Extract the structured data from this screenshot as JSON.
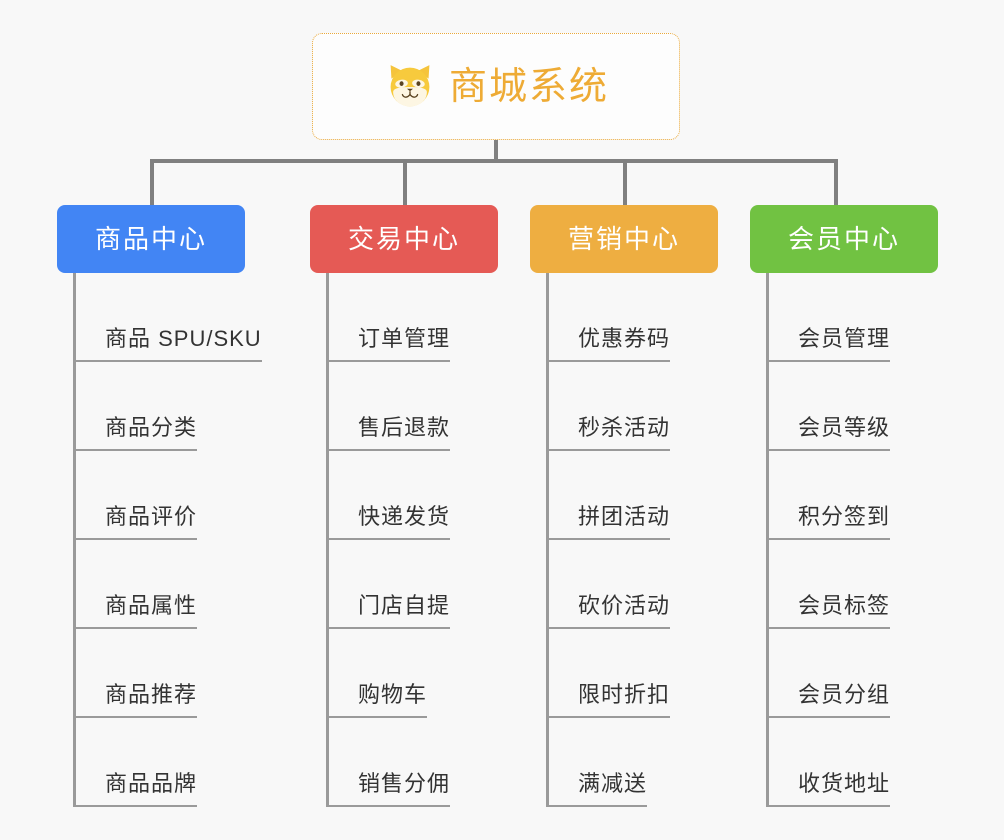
{
  "background_color": "#f8f8f8",
  "root": {
    "title": "商城系统",
    "icon": "shiba-dog-face-icon",
    "text_color": "#eeab35",
    "border_color": "#eaa93a",
    "background": "#fdfdfd"
  },
  "connector_color": "#808080",
  "leaf_line_color": "#9a9a9a",
  "leaf_text_color": "#333333",
  "columns": [
    {
      "id": "product-center",
      "label": "商品中心",
      "color": "#4285f4",
      "items": [
        "商品 SPU/SKU",
        "商品分类",
        "商品评价",
        "商品属性",
        "商品推荐",
        "商品品牌"
      ]
    },
    {
      "id": "trade-center",
      "label": "交易中心",
      "color": "#e55a55",
      "items": [
        "订单管理",
        "售后退款",
        "快递发货",
        "门店自提",
        "购物车",
        "销售分佣"
      ]
    },
    {
      "id": "marketing-center",
      "label": "营销中心",
      "color": "#eeae41",
      "items": [
        "优惠券码",
        "秒杀活动",
        "拼团活动",
        "砍价活动",
        "限时折扣",
        "满减送"
      ]
    },
    {
      "id": "member-center",
      "label": "会员中心",
      "color": "#71c242",
      "items": [
        "会员管理",
        "会员等级",
        "积分签到",
        "会员标签",
        "会员分组",
        "收货地址"
      ]
    }
  ]
}
